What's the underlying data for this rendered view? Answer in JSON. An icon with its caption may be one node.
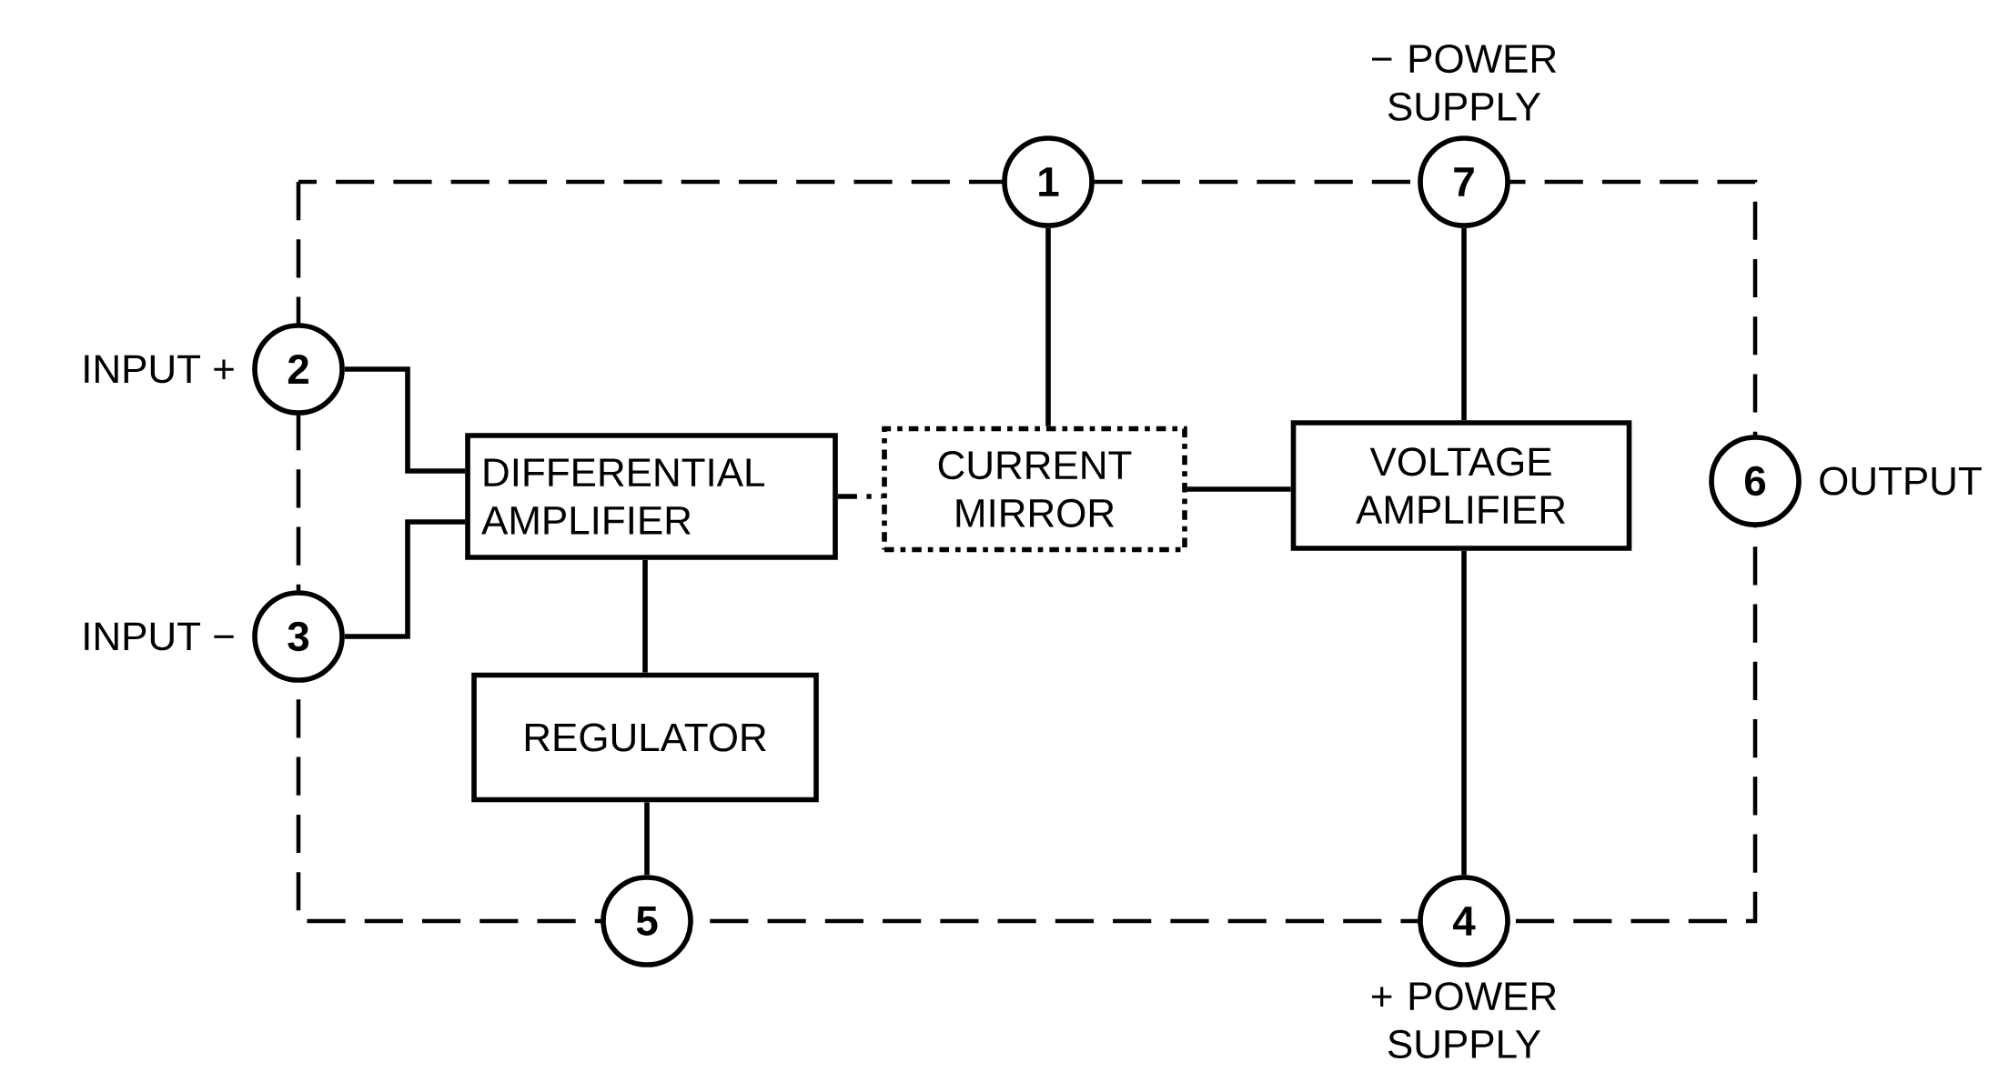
{
  "diagram": {
    "nodes": [
      {
        "text": [
          "1"
        ]
      },
      {
        "text": [
          "7"
        ],
        "beside": [
          "− POWER SUPPLY"
        ]
      },
      {
        "text": [
          "2"
        ],
        "beside": [
          "INPUT +"
        ]
      },
      {
        "text": [
          "DIFFERENTIAL AMPLIFIER"
        ]
      },
      {
        "text": [
          "CURRENT MIRROR"
        ]
      },
      {
        "text": [
          "VOLTAGE AMPLIFIER"
        ]
      },
      {
        "text": [
          "6"
        ],
        "beside": [
          "OUTPUT"
        ]
      },
      {
        "text": [
          "3"
        ],
        "beside": [
          "INPUT −"
        ]
      },
      {
        "text": [
          "REGULATOR"
        ]
      },
      {
        "text": [
          "5"
        ]
      },
      {
        "text": [
          "4"
        ],
        "beside": [
          "+ POWER SUPPLY"
        ]
      }
    ],
    "edges": [
      {
        "from": 2,
        "to": 3,
        "arrow": "none"
      },
      {
        "from": 7,
        "to": 3,
        "arrow": "none"
      },
      {
        "from": 3,
        "to": 4,
        "arrow": "none",
        "style": "dashed"
      },
      {
        "from": 0,
        "to": 4,
        "arrow": "none"
      },
      {
        "from": 4,
        "to": 5,
        "arrow": "none"
      },
      {
        "from": 1,
        "to": 5,
        "arrow": "none"
      },
      {
        "from": 5,
        "to": 10,
        "arrow": "none"
      },
      {
        "from": 3,
        "to": 8,
        "arrow": "none"
      },
      {
        "from": 8,
        "to": 9,
        "arrow": "none"
      }
    ]
  }
}
